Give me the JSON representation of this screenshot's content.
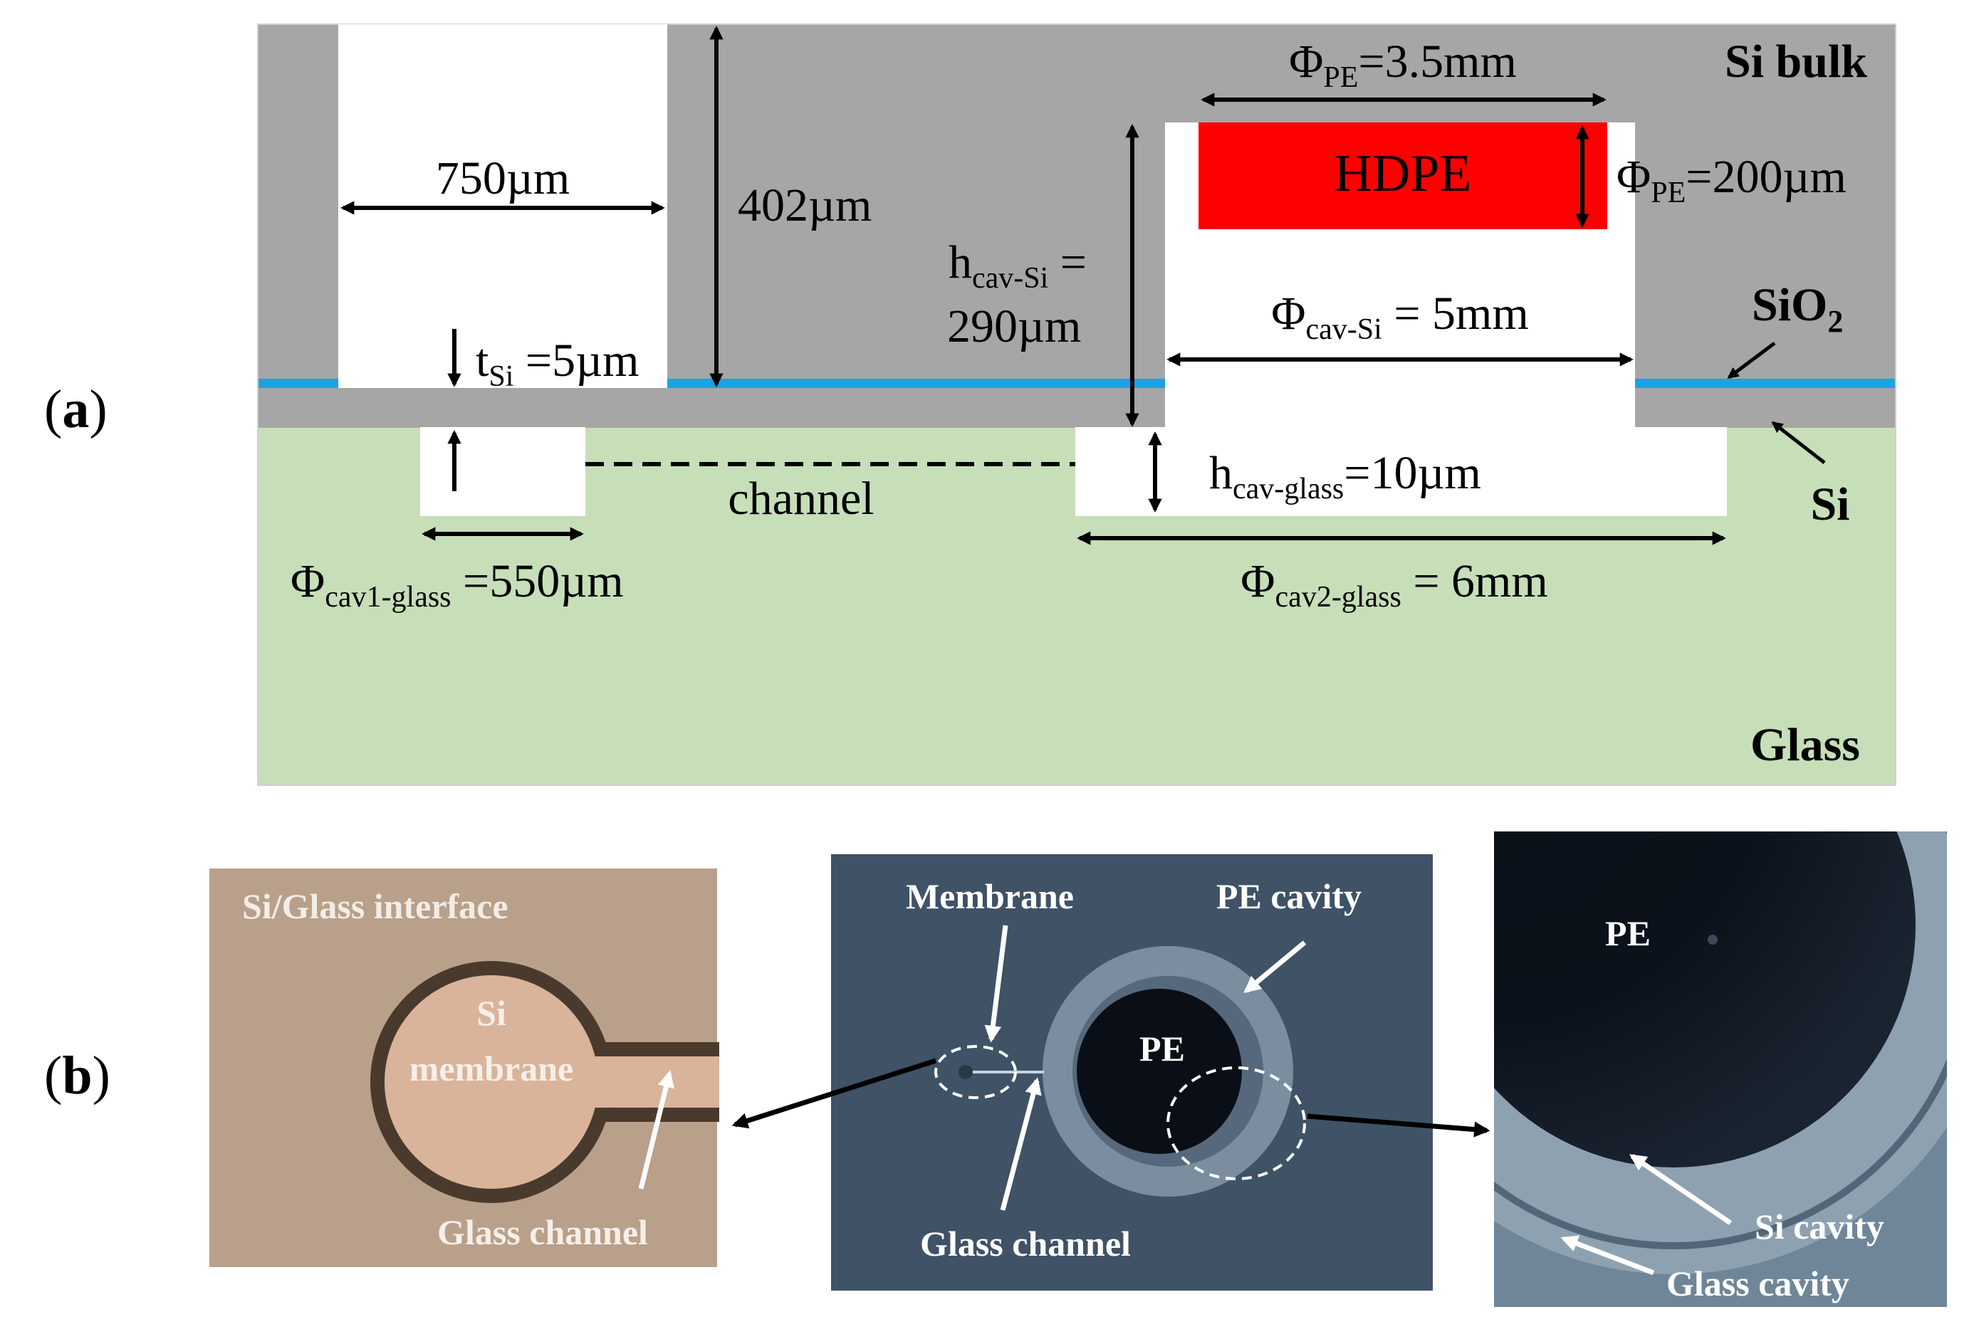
{
  "panel_a": {
    "label_open": "(",
    "label_letter": "a",
    "label_close": ")",
    "layers": {
      "si_bulk": "Si bulk",
      "sio2_main": "SiO",
      "sio2_sub": "2",
      "si": "Si",
      "glass": "Glass"
    },
    "colors": {
      "si": "#a6a6a6",
      "sio2": "#1aa3e6",
      "glass": "#c6dfb9",
      "hdpe": "#ff0000",
      "cavity": "#ffffff"
    },
    "hdpe_label": "HDPE",
    "dims": {
      "w750": "750µm",
      "h402": "402µm",
      "tsi_t": "t",
      "tsi_sub": "Si",
      "tsi_val": " =5µm",
      "phi": "Φ",
      "phi_pe_sub": "PE",
      "phi_pe_w_val": "=3.5mm",
      "phi_pe_h_val": "=200µm",
      "hcav_h": "h",
      "hcav_si_sub": "cav-Si",
      "hcav_si_eq": " =",
      "hcav_si_val": "290µm",
      "phi_cav_si_sub": "cav-Si",
      "phi_cav_si_val": " = 5mm",
      "hcav_glass_sub": "cav-glass",
      "hcav_glass_val": "=10µm",
      "channel": "channel",
      "phi_cav1_sub": "cav1-glass",
      "phi_cav1_val": " =550µm",
      "phi_cav2_sub": "cav2-glass",
      "phi_cav2_val": " = 6mm"
    }
  },
  "panel_b": {
    "label_open": "(",
    "label_letter": "b",
    "label_close": ")",
    "photo1": {
      "title": "Si/Glass interface",
      "membrane_line1": "Si",
      "membrane_line2": "membrane",
      "channel": "Glass channel",
      "colors": {
        "bg": "#b8a08a",
        "ring": "#4a3a2e",
        "fill": "#d9b49a"
      }
    },
    "photo2": {
      "membrane": "Membrane",
      "pe_cavity": "PE cavity",
      "pe": "PE",
      "channel": "Glass channel",
      "colors": {
        "bg": "#3f5266",
        "ring": "#7a8ea0",
        "center": "#0a0f17"
      }
    },
    "photo3": {
      "pe": "PE",
      "si_cavity": "Si cavity",
      "glass_cavity": "Glass cavity",
      "colors": {
        "bg": "#6f8699",
        "center": "#090d14",
        "ring": "#9fb2c2"
      }
    }
  }
}
